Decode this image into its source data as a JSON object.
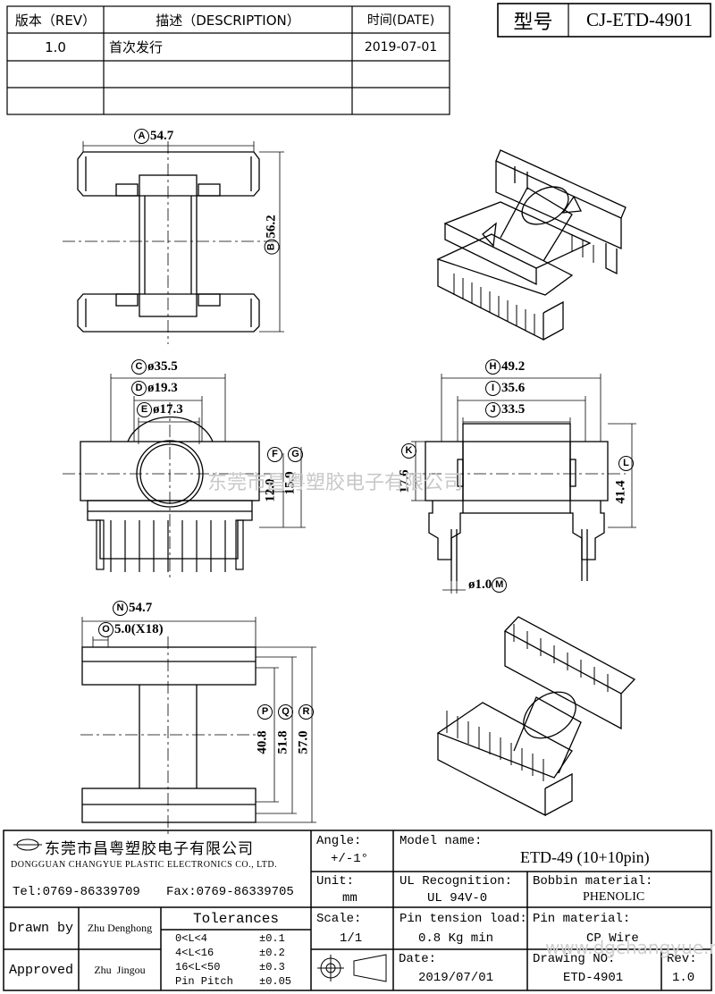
{
  "revision_table": {
    "headers": {
      "rev": "版本（REV）",
      "desc": "描述（DESCRIPTION）",
      "date": "时间(DATE)"
    },
    "rows": [
      {
        "rev": "1.0",
        "desc": "首次发行",
        "date": "2019-07-01"
      }
    ]
  },
  "model_box": {
    "label": "型号",
    "value": "CJ-ETD-4901"
  },
  "dimensions": {
    "A": "54.7",
    "B": "56.2",
    "C": "ø35.5",
    "D": "ø19.3",
    "E": "ø17.3",
    "F": "12.0",
    "G": "15.9",
    "H": "49.2",
    "I": "35.6",
    "J": "33.5",
    "K": "17.6",
    "L": "41.4",
    "M": "ø1.0",
    "N": "54.7",
    "O": "5.0(X18)",
    "P": "40.8",
    "Q": "51.8",
    "R": "57.0"
  },
  "watermark": "东莞市昌粤塑胶电子有限公司",
  "title_block": {
    "company_cn": "东莞市昌粤塑胶电子有限公司",
    "company_en": "DONGGUAN CHANGYUE PLASTIC ELECTRONICS CO., LTD.",
    "tel": "Tel:0769-86339709",
    "fax": "Fax:0769-86339705",
    "drawn_by_label": "Drawn by",
    "drawn_by": "Zhu Denghong",
    "approved_label": "Approved",
    "approved_by": "Zhu  Jingou",
    "tolerances_title": "Tolerances",
    "tolerances": [
      {
        "range": "0<L<4",
        "value": "±0.1"
      },
      {
        "range": "4<L<16",
        "value": "±0.2"
      },
      {
        "range": "16<L<50",
        "value": "±0.3"
      },
      {
        "range": "Pin Pitch",
        "value": "±0.05"
      }
    ],
    "angle_label": "Angle:",
    "angle": "+/-1°",
    "unit_label": "Unit:",
    "unit": "mm",
    "scale_label": "Scale:",
    "scale": "1/1",
    "model_name_label": "Model name:",
    "model_name": "ETD-49 (10+10pin)",
    "ul_label": "UL Recognition:",
    "ul": "UL 94V-0",
    "bobbin_material_label": "Bobbin material:",
    "bobbin_material": "PHENOLIC",
    "pin_tension_label": "Pin tension load:",
    "pin_tension": "0.8 Kg min",
    "pin_material_label": "Pin material:",
    "pin_material": "CP Wire",
    "date_label": "Date:",
    "date": "2019/07/01",
    "drawing_no_label": "Drawing NO:",
    "drawing_no": "ETD-4901",
    "rev_label": "Rev:",
    "rev": "1.0",
    "website_watermark": "www.dgchangyue.net"
  }
}
